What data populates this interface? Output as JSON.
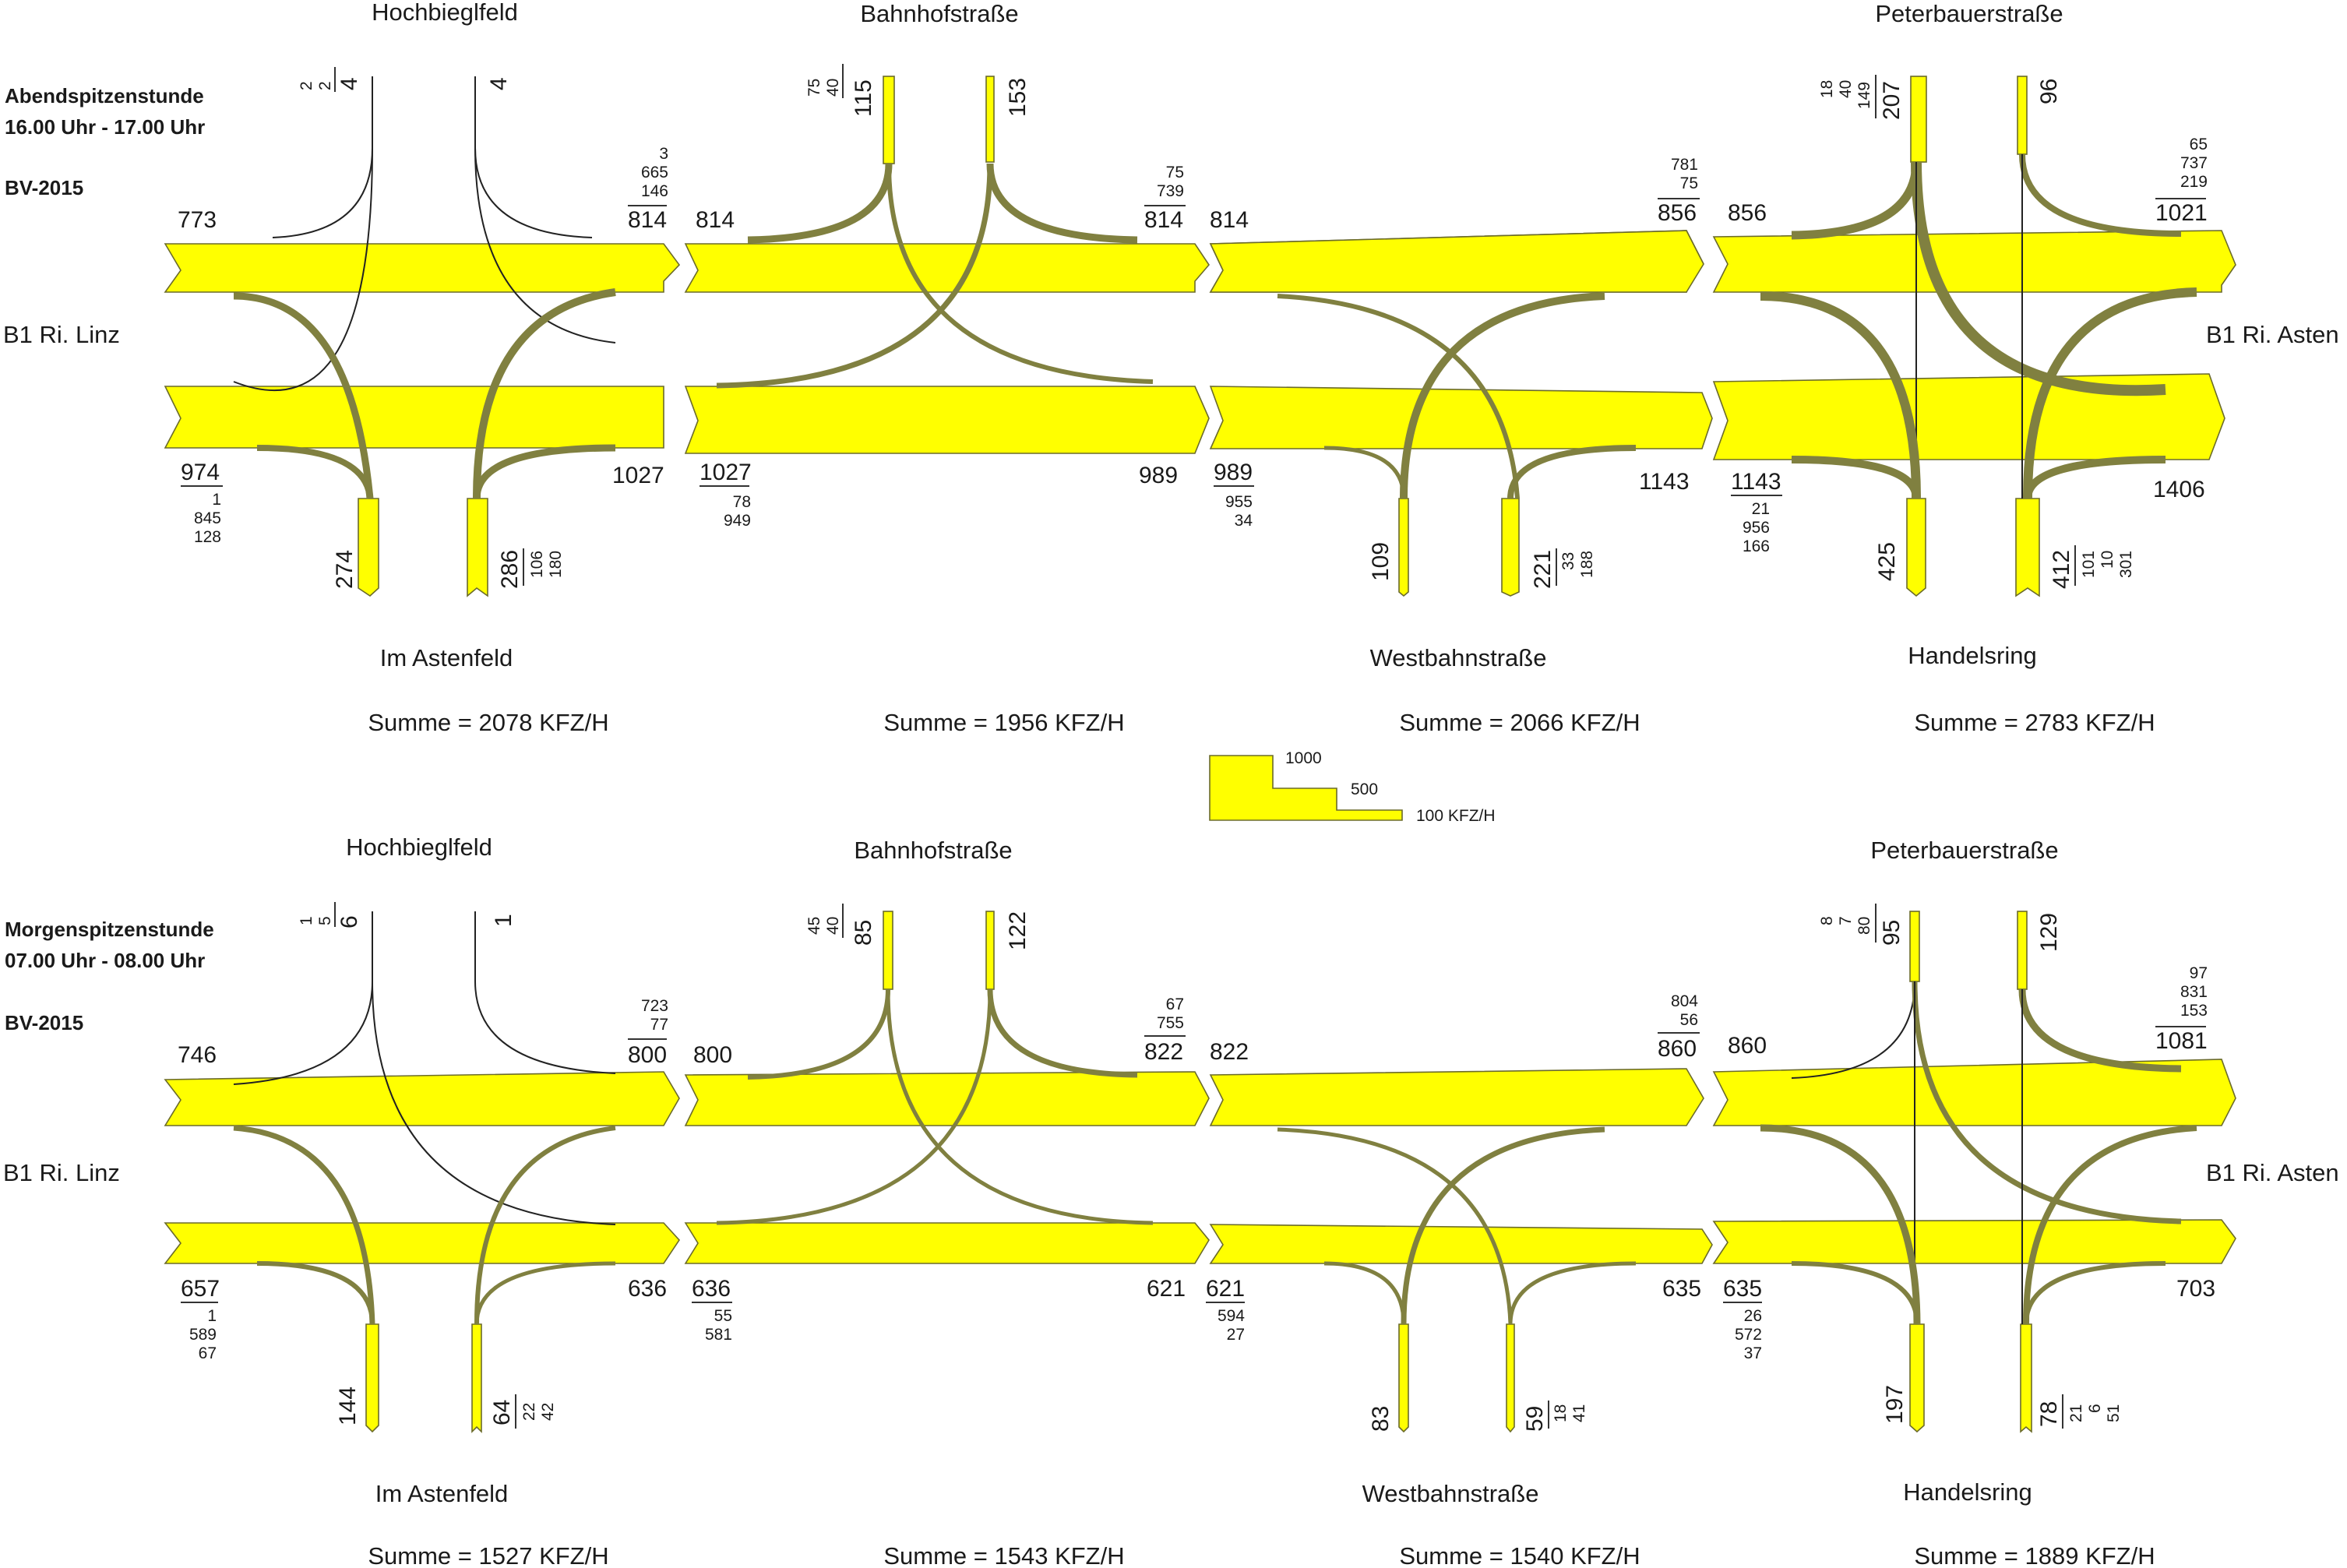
{
  "colors": {
    "band_fill": "#ffff00",
    "band_stroke": "#6b6b2a",
    "text": "#1a1a1a",
    "background": "#ffffff"
  },
  "legend": {
    "l1000": "1000",
    "l500": "500",
    "l100": "100  KFZ/H"
  },
  "approaches": {
    "west": "B1 Ri. Linz",
    "east": "B1 Ri. Asten"
  },
  "streets": {
    "n1": "Hochbieglfeld",
    "n2": "Bahnhofstraße",
    "n4": "Peterbauerstraße",
    "s1": "Im Astenfeld",
    "s3": "Westbahnstraße",
    "s4": "Handelsring"
  },
  "panels": [
    {
      "title": "Abendspitzenstunde",
      "time": "16.00 Uhr - 17.00 Uhr",
      "bv": "BV-2015",
      "sums": [
        "Summe = 2078 KFZ/H",
        "Summe = 1956 KFZ/H",
        "Summe = 2066 KFZ/H",
        "Summe = 2783 KFZ/H"
      ],
      "eastbound": {
        "a": "773",
        "b": "814",
        "c": "814",
        "d": "814",
        "e": "814",
        "f": "856",
        "g": "856",
        "h": "1021"
      },
      "westbound": {
        "a": "974",
        "b": "1027",
        "c": "1027",
        "d": "989",
        "e": "989",
        "f": "1143",
        "g": "1143",
        "h": "1406"
      },
      "j1": {
        "n_in": [
          "2",
          "2",
          "4"
        ],
        "n_out": "4",
        "eb_split": [
          "3",
          "665",
          "146"
        ],
        "wb_split": [
          "1",
          "845",
          "128"
        ],
        "s_out": "274",
        "s_in": "286",
        "s_in_split": [
          "106",
          "180"
        ]
      },
      "j2": {
        "n_in": [
          "75",
          "40",
          "115"
        ],
        "n_out": "153",
        "eb_split": [
          "75",
          "739"
        ],
        "wb_split": [
          "78",
          "949"
        ]
      },
      "j3": {
        "eb_split": [
          "781",
          "75"
        ],
        "wb_split": [
          "955",
          "34"
        ],
        "s_out": "109",
        "s_in": "221",
        "s_in_split": [
          "33",
          "188"
        ]
      },
      "j4": {
        "n_in": [
          "18",
          "40",
          "149",
          "207"
        ],
        "n_out": "96",
        "eb_split": [
          "65",
          "737",
          "219"
        ],
        "wb_split": [
          "21",
          "956",
          "166"
        ],
        "s_out": "425",
        "s_in": "412",
        "s_in_split": [
          "101",
          "10",
          "301"
        ]
      }
    },
    {
      "title": "Morgenspitzenstunde",
      "time": "07.00 Uhr - 08.00 Uhr",
      "bv": "BV-2015",
      "sums": [
        "Summe = 1527 KFZ/H",
        "Summe = 1543 KFZ/H",
        "Summe = 1540 KFZ/H",
        "Summe = 1889 KFZ/H"
      ],
      "eastbound": {
        "a": "746",
        "b": "800",
        "c": "800",
        "d": "822",
        "e": "822",
        "f": "860",
        "g": "860",
        "h": "1081"
      },
      "westbound": {
        "a": "657",
        "b": "636",
        "c": "636",
        "d": "621",
        "e": "621",
        "f": "635",
        "g": "635",
        "h": "703"
      },
      "j1": {
        "n_in": [
          "1",
          "5",
          "6"
        ],
        "n_out": "1",
        "eb_split": [
          "723",
          "77"
        ],
        "wb_split": [
          "1",
          "589",
          "67"
        ],
        "s_out": "144",
        "s_in": "64",
        "s_in_split": [
          "22",
          "42"
        ]
      },
      "j2": {
        "n_in": [
          "45",
          "40",
          "85"
        ],
        "n_out": "122",
        "eb_split": [
          "67",
          "755"
        ],
        "wb_split": [
          "55",
          "581"
        ]
      },
      "j3": {
        "eb_split": [
          "804",
          "56"
        ],
        "wb_split": [
          "594",
          "27"
        ],
        "s_out": "83",
        "s_in": "59",
        "s_in_split": [
          "18",
          "41"
        ]
      },
      "j4": {
        "n_in": [
          "8",
          "7",
          "80",
          "95"
        ],
        "n_out": "129",
        "eb_split": [
          "97",
          "831",
          "153"
        ],
        "wb_split": [
          "26",
          "572",
          "37"
        ],
        "s_out": "197",
        "s_in": "78",
        "s_in_split": [
          "21",
          "6",
          "51"
        ]
      }
    }
  ]
}
